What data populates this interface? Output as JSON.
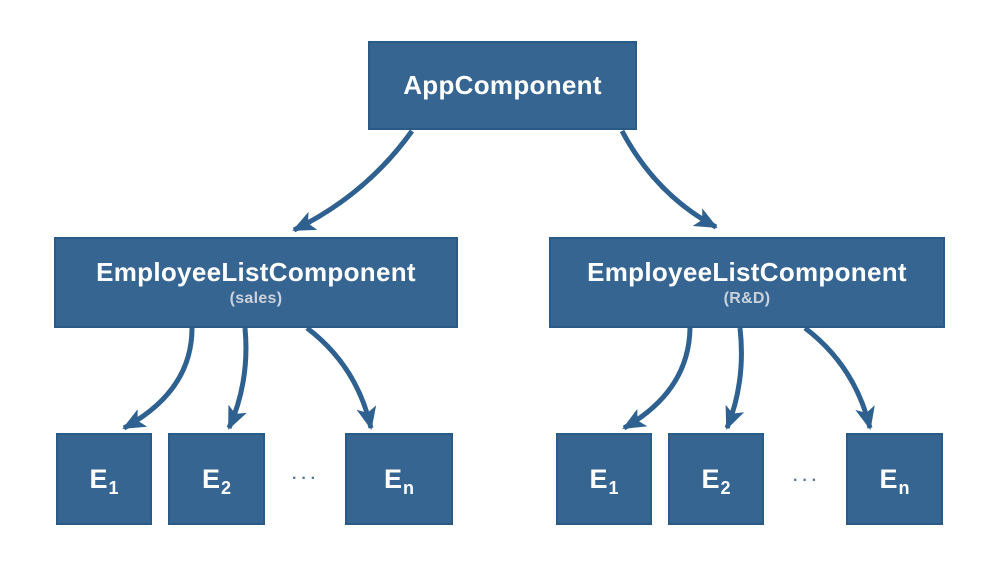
{
  "colors": {
    "background": "#FFFFFF",
    "box_fill": "#366591",
    "box_border": "#2A5A86",
    "arrow": "#2E6190",
    "label_text": "#FFFFFF",
    "sublabel_text": "#CBD2DB",
    "ellipsis_text": "#53779E"
  },
  "diagram": {
    "root": {
      "label": "AppComponent"
    },
    "groups": [
      {
        "label": "EmployeeListComponent",
        "sublabel": "(sales)",
        "ellipsis": "···",
        "leaves": [
          {
            "base": "E",
            "sub": "1"
          },
          {
            "base": "E",
            "sub": "2"
          },
          {
            "base": "E",
            "sub": "n"
          }
        ]
      },
      {
        "label": "EmployeeListComponent",
        "sublabel": "(R&D)",
        "ellipsis": "···",
        "leaves": [
          {
            "base": "E",
            "sub": "1"
          },
          {
            "base": "E",
            "sub": "2"
          },
          {
            "base": "E",
            "sub": "n"
          }
        ]
      }
    ]
  }
}
